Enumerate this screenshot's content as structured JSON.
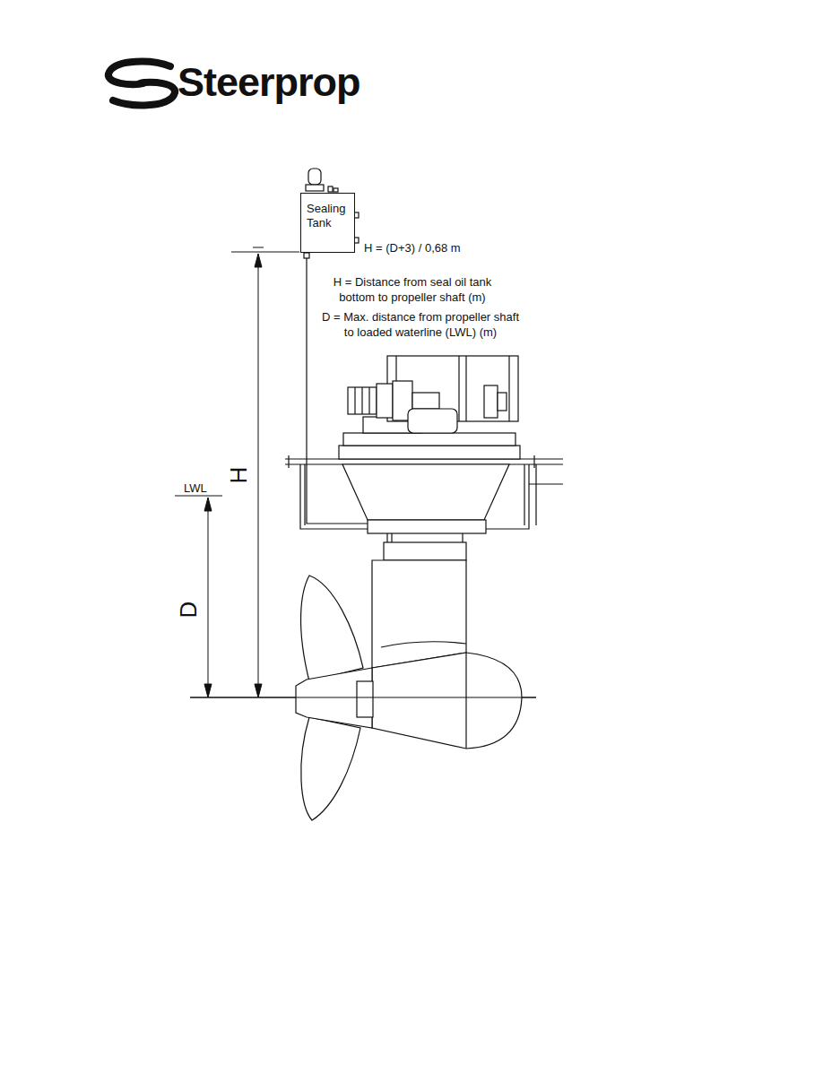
{
  "diagram": {
    "nodes": [
      {
        "text": [
          "Sealing Tank"
        ]
      }
    ],
    "labels": [
      "Steerprop",
      "H = (D+3) / 0,68 m",
      "H = Distance from seal oil tank bottom to propeller shaft (m)",
      "D = Max. distance from propeller shaft to loaded waterline (LWL) (m)",
      "LWL",
      "H",
      "D"
    ]
  }
}
